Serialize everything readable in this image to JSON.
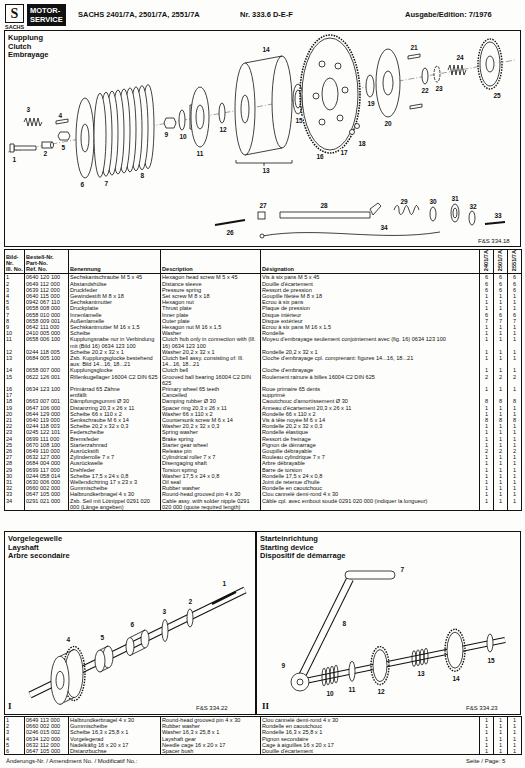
{
  "diagram": {
    "nodes": [
      {
        "text": [
          "S",
          "SACHS",
          "MOTOR- SERVICE"
        ]
      },
      {
        "text": [
          "Kupplung",
          "Clutch",
          "Embrayage"
        ]
      },
      {
        "text": [
          "Vorgelegewelle",
          "Layshaft",
          "Arbre secondaire"
        ]
      },
      {
        "text": [
          "Starteinrichtung",
          "Starting device",
          "Dispositif de démarrage"
        ]
      }
    ],
    "labels": [
      "SACHS 2401/7A, 2501/7A, 2551/7A",
      "Nr. 333.6 D-E-F",
      "Ausgabe/Edition: 7/1976",
      "1",
      "2",
      "3",
      "4",
      "5",
      "6",
      "7",
      "8",
      "9",
      "10",
      "11",
      "12",
      "13",
      "14",
      "15",
      "16",
      "17",
      "18",
      "19",
      "20",
      "21",
      "22",
      "23",
      "24",
      "25",
      "26",
      "27",
      "28",
      "29",
      "30",
      "31",
      "32",
      "33",
      "34",
      "F&S 334.18",
      "Bild-Nr.",
      "Ill. No.",
      "Bestell-Nr.",
      "Part-No.",
      "Réf. No.",
      "Benennung",
      "Description",
      "Désignation",
      "2401/7A",
      "2501/7A",
      "2551/7A",
      "1",
      "0640 120 100",
      "Sechskantschraube M 5 x 45",
      "Hexagon head screw M 5 x 45",
      "Vis à six pans M 5 x 45",
      "6",
      "6",
      "6",
      "2",
      "0649 112 000",
      "Abstandshülse",
      "Distance sleeve",
      "Douille d'écartement",
      "6",
      "6",
      "6",
      "3",
      "0639 112 000",
      "Druckfeder",
      "Pressure spring",
      "Ressort de pression",
      "6",
      "6",
      "6",
      "4",
      "0640 115 000",
      "Gewindestift M 8 x 18",
      "Set screw M 8 x 18",
      "Goupille filetée M 8 x 18",
      "1",
      "1",
      "1",
      "5",
      "0942 067 110",
      "Sechskantmutter",
      "Hexagon nut",
      "Ecrou à six pans",
      "1",
      "1",
      "1",
      "6",
      "0658 008 000",
      "Druckplatte",
      "Thrust plate",
      "Plaque de pression",
      "1",
      "1",
      "1",
      "7",
      "0658 010 000",
      "Innenlamelle",
      "Inner plate",
      "Disque intérieur",
      "6",
      "6",
      "6",
      "8",
      "0658 009 001",
      "Außenlamelle",
      "Outer plate",
      "Disque extérieur",
      "7",
      "7",
      "7",
      "9",
      "0642 111 000",
      "Sechskantmutter M 16 x 1,5",
      "Hexagon nut M 16 x 1,5",
      "Ecrou à six pans M 16 x 1,5",
      "1",
      "1",
      "1",
      "10",
      "2410 005 000",
      "Scheibe",
      "Washer",
      "Rondelle",
      "1",
      "1",
      "1",
      "11",
      "0658 006 100",
      "Kupplungsnabe nur in Verbindung mit (Bild 16) 0634 123 100",
      "Clutch hub only in connection with (Ill. 16) 0634 123 100",
      "Moyeu d'embrayage seulement conjointement avec (fig. 16) 0634 123 100",
      "1",
      "1",
      "1",
      "12",
      "0244 118 005",
      "Scheibe 20,2 x 32 x 1",
      "Washer 20,2 x 32 x 1",
      "Rondelle 20,2 x 32 x 1",
      "1",
      "1",
      "1",
      "13",
      "0684 005 100",
      "Zsb. Kupplungsglocke bestehend aus: Bild 14...16, 18...21",
      "Clutch bell assy. consisting of: Ill. 14...16, 18...21",
      "Cloche d'embrayage cpl. comprenant: figures 14...16, 18...21",
      "1",
      "1",
      "1",
      "14",
      "0658 007 000",
      "Kupplungsglocke",
      "Clutch bell",
      "Cloche d'embrayage",
      "1",
      "1",
      "1",
      "15",
      "0622 126 001",
      "Rillenkugellager 16004 C2 DIN 625",
      "Grooved ball bearing 16004 C2 DIN 625",
      "Roulement rainure à billes 16004 C2 DIN 625",
      "2",
      "2",
      "2",
      "16",
      "0634 123 100",
      "Primärrad 65 Zähne",
      "Primary wheel 65 teeth",
      "Roue primaire 65 dents",
      "1",
      "1",
      "1",
      "17",
      "entfällt",
      "Cancelled",
      "supprimé",
      "18",
      "0663 007 001",
      "Dämpfungsgummi Ø 30",
      "Damping rubber Ø 30",
      "Caoutchouc d'amortissement Ø 30",
      "8",
      "8",
      "8",
      "19",
      "0647 106 000",
      "Distanzring 20,3 x 26 x 11",
      "Spacer ring 20,3 x 26 x 11",
      "Anneau d'écartement 20,3 x 26 x 11",
      "1",
      "1",
      "1",
      "20",
      "0644 129 000",
      "Scheibe 66 x 110 x 2",
      "Washer 66 x 110 x 2",
      "Rondelle 66 x 110 x 2",
      "1",
      "1",
      "1",
      "21",
      "0640 119 000",
      "Senkschraube M 6 x 14",
      "Countersunk screw M 6 x 14",
      "Vis à tête noyée M 6 x 14",
      "8",
      "8",
      "8",
      "22",
      "0244 118 003",
      "Scheibe 20,2 x 32 x 0,3",
      "Washer 20,2 x 32 x 0,3",
      "Rondelle 20,2 x 32 x 0,3",
      "1",
      "1",
      "1",
      "23",
      "0245 122 101",
      "Federscheibe",
      "Spring washer",
      "Rondelle élastique",
      "1",
      "1",
      "1",
      "24",
      "0699 111 000",
      "Bremsfeder",
      "Brake spring",
      "Ressort de freinage",
      "1",
      "1",
      "1",
      "25",
      "0670 108 100",
      "Starterzahnrad",
      "Starter gear wheel",
      "Pignon de démarrage",
      "1",
      "1",
      "1",
      "26",
      "0649 110 000",
      "Ausrückstift",
      "Release pin",
      "Goupille débrayable",
      "2",
      "2",
      "2",
      "27",
      "0632 127 000",
      "Zylinderrolle 7 x 7",
      "Cylindrical roller 7 x 7",
      "Rouleau cylindrique 7 x 7",
      "1",
      "1",
      "1",
      "28",
      "0684 004 000",
      "Ausrückwelle",
      "Disengaging shaft",
      "Arbre débrayable",
      "1",
      "1",
      "1",
      "29",
      "0699 117 000",
      "Drehfeder",
      "Torsion spring",
      "Barre de torsion",
      "1",
      "1",
      "1",
      "30",
      "0244 058 014",
      "Scheibe 17,5 x 24 x 0,8",
      "Washer 17,5 x 24 x 0,8",
      "Rondelle 17,5 x 24 x 0,8",
      "1",
      "1",
      "1",
      "31",
      "0630 006 000",
      "Wellendichtring 17 x 23 x 3",
      "Oil seal",
      "Joint de retenue d'huile",
      "1",
      "1",
      "1",
      "32",
      "0660 002 000",
      "Gummischeibe",
      "Rubber washer",
      "Rondelle en caoutchouc",
      "1",
      "1",
      "1",
      "33",
      "0647 105 000",
      "Halbrundkerbnagel 4 x 30",
      "Round-head grooved pin 4 x 30",
      "Clou cannelé demi-rond 4 x 30",
      "1",
      "1",
      "1",
      "34",
      "0291 021 000",
      "Zsb. Seil mit Lötnippel 0291 020 000 (Länge angeben)",
      "Cable assy. with solder nipple 0291 020 000 (quote required length)",
      "Câble cpl. avec embout soudé 0291 020 000 (indiquer la longueur)",
      "1",
      "1",
      "1",
      "1",
      "2",
      "3",
      "4",
      "5",
      "6",
      "I",
      "F&S 334.22",
      "7",
      "8",
      "9",
      "10",
      "11",
      "12",
      "13",
      "14",
      "15",
      "II",
      "F&S 334.23",
      "1",
      "0649 113 000",
      "Halbrundkerbnagel 4 x 30",
      "Round-head grooved pin 4 x 30",
      "Clou cannelé demi-rond 4 x 30",
      "1",
      "1",
      "1",
      "2",
      "0660 002 000",
      "Gummischeibe",
      "Rubber washer",
      "Rondelle en caoutchouc",
      "1",
      "1",
      "1",
      "3",
      "0246 015 002",
      "Scheibe 16,3 x 25,8 x 1",
      "Washer 16,3 x 25,8 x 1",
      "Rondelle 16,3 x 25,8 x 1",
      "1",
      "1",
      "1",
      "4",
      "0634 120 000",
      "Vorgelegerad",
      "Layshaft gear",
      "Pignon secondaire",
      "1",
      "1",
      "1",
      "5",
      "0632 112 000",
      "Nadelkäfig 16 x 20 x 17",
      "Needle cage 16 x 20 x 17",
      "Cage à aiguilles 16 x 20 x 17",
      "1",
      "1",
      "1",
      "6",
      "0647 105 000",
      "Distanzbuchse",
      "Spacer bush",
      "Douille d'écartement",
      "1",
      "1",
      "1",
      "Änderungs-Nr. / Amendment No. / Modificatif No.:",
      "Seite / Page: 5"
    ]
  }
}
